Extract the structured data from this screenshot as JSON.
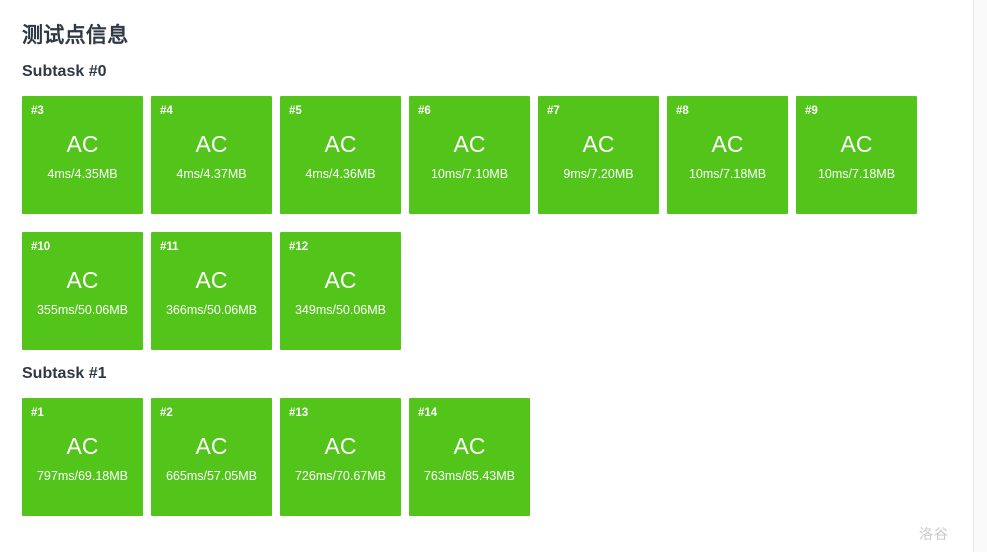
{
  "page": {
    "title": "测试点信息",
    "watermark": "洛谷",
    "accent_color": "#52c41a",
    "text_color": "#2f3844",
    "background": "#ffffff"
  },
  "subtasks": [
    {
      "heading": "Subtask #0",
      "rows": [
        [
          {
            "id": "#3",
            "status": "AC",
            "detail": "4ms/4.35MB"
          },
          {
            "id": "#4",
            "status": "AC",
            "detail": "4ms/4.37MB"
          },
          {
            "id": "#5",
            "status": "AC",
            "detail": "4ms/4.36MB"
          },
          {
            "id": "#6",
            "status": "AC",
            "detail": "10ms/7.10MB"
          },
          {
            "id": "#7",
            "status": "AC",
            "detail": "9ms/7.20MB"
          },
          {
            "id": "#8",
            "status": "AC",
            "detail": "10ms/7.18MB"
          },
          {
            "id": "#9",
            "status": "AC",
            "detail": "10ms/7.18MB"
          }
        ],
        [
          {
            "id": "#10",
            "status": "AC",
            "detail": "355ms/50.06MB"
          },
          {
            "id": "#11",
            "status": "AC",
            "detail": "366ms/50.06MB"
          },
          {
            "id": "#12",
            "status": "AC",
            "detail": "349ms/50.06MB"
          }
        ]
      ]
    },
    {
      "heading": "Subtask #1",
      "rows": [
        [
          {
            "id": "#1",
            "status": "AC",
            "detail": "797ms/69.18MB"
          },
          {
            "id": "#2",
            "status": "AC",
            "detail": "665ms/57.05MB"
          },
          {
            "id": "#13",
            "status": "AC",
            "detail": "726ms/70.67MB"
          },
          {
            "id": "#14",
            "status": "AC",
            "detail": "763ms/85.43MB"
          }
        ]
      ]
    }
  ]
}
